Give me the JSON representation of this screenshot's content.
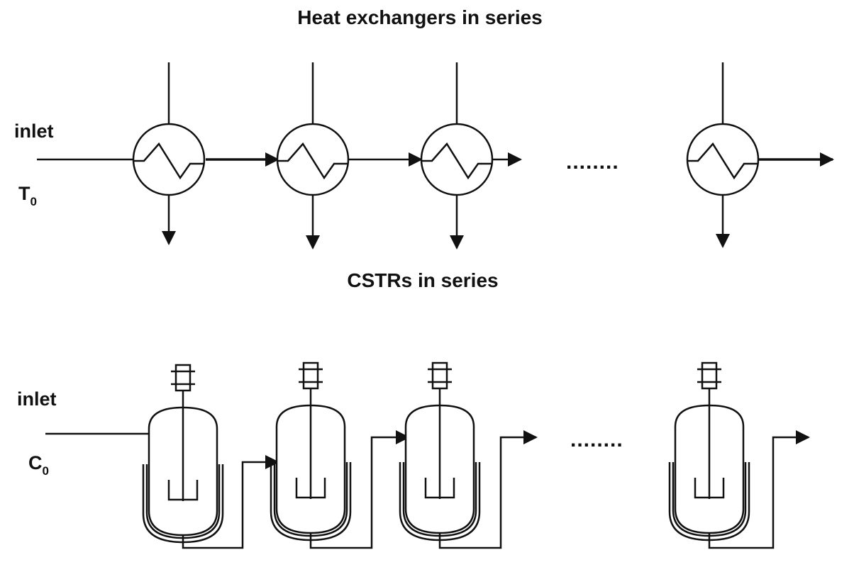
{
  "heat_exchangers": {
    "title": "Heat exchangers in series",
    "inlet_label": "inlet",
    "variable": "T",
    "subscript": "0",
    "ellipsis": "........"
  },
  "cstrs": {
    "title": "CSTRs in series",
    "inlet_label": "inlet",
    "variable": "C",
    "subscript": "0",
    "ellipsis": "........"
  }
}
